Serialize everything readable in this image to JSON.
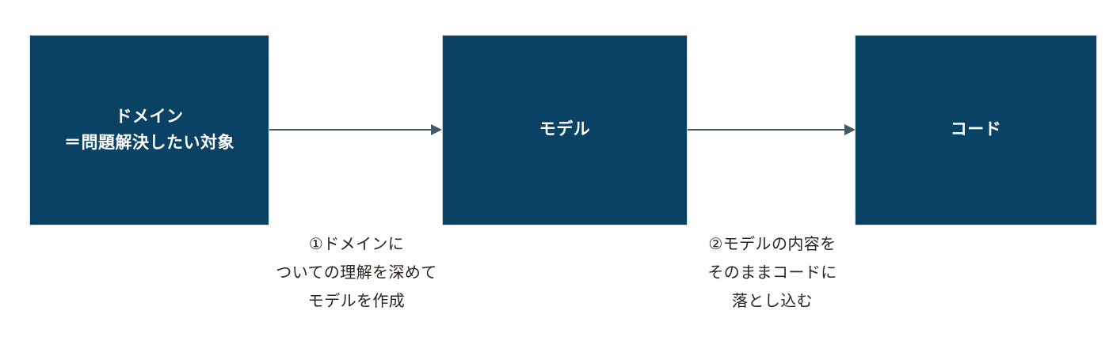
{
  "diagram": {
    "title": "domain-model-code-flow",
    "background_color": "#ffffff",
    "box_color": "#0a4266",
    "box_text_color": "#ffffff",
    "arrow_color": "#48586b",
    "caption_color": "#2b2522",
    "nodes": [
      {
        "id": "domain",
        "label": "ドメイン\n＝問題解決したい対象",
        "line1": "ドメイン",
        "line2": "＝問題解決したい対象"
      },
      {
        "id": "model",
        "label": "モデル",
        "line1": "モデル",
        "line2": ""
      },
      {
        "id": "code",
        "label": "コード",
        "line1": "コード",
        "line2": ""
      }
    ],
    "arrows": [
      {
        "id": "domain-to-model",
        "from": "domain",
        "to": "model",
        "direction": "right"
      },
      {
        "id": "model-to-code",
        "from": "model",
        "to": "code",
        "direction": "right"
      }
    ],
    "captions": [
      {
        "id": "step-one",
        "marker": "①",
        "text": "①ドメインに\nついての理解を深めて\nモデルを作成",
        "lines": [
          "①ドメインに",
          "ついての理解を深めて",
          "モデルを作成"
        ]
      },
      {
        "id": "step-two",
        "marker": "②",
        "text": "②モデルの内容を\nそのままコードに\n落とし込む",
        "lines": [
          "②モデルの内容を",
          "そのままコードに",
          "落とし込む"
        ]
      }
    ]
  }
}
